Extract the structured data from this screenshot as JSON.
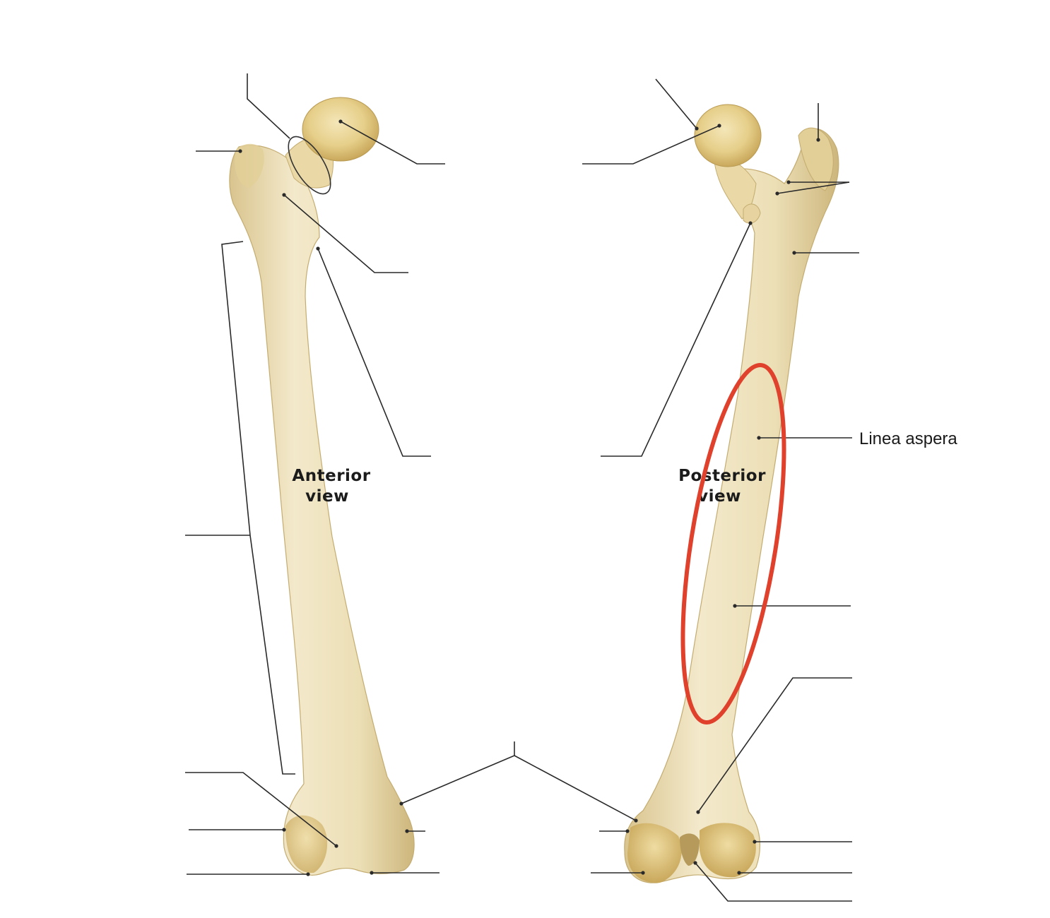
{
  "views": {
    "anterior": {
      "line1": "Anterior",
      "line2": "view"
    },
    "posterior": {
      "line1": "Posterior",
      "line2": "view"
    }
  },
  "labels": {
    "linea_aspera": "Linea aspera"
  },
  "colors": {
    "bone_light": "#f1e6c6",
    "bone_mid": "#e6d6a6",
    "bone_shadow": "#c9b277",
    "highlight_oval": "#e0412d",
    "leader_line": "#2a2a2a"
  },
  "icons": {
    "highlight": "red-oval-highlight"
  }
}
